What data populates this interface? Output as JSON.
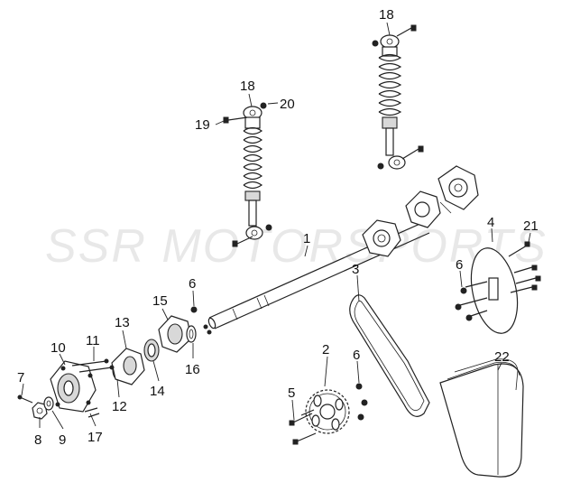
{
  "watermark": "SSR MOTORSPORTS",
  "labels": {
    "n1": "1",
    "n2": "2",
    "n3": "3",
    "n4": "4",
    "n5": "5",
    "n6a": "6",
    "n6b": "6",
    "n6c": "6",
    "n7": "7",
    "n8": "8",
    "n9": "9",
    "n10": "10",
    "n11": "11",
    "n12": "12",
    "n13": "13",
    "n14": "14",
    "n15": "15",
    "n16": "16",
    "n17": "17",
    "n18a": "18",
    "n18b": "18",
    "n19": "19",
    "n20": "20",
    "n21": "21",
    "n22": "22"
  }
}
